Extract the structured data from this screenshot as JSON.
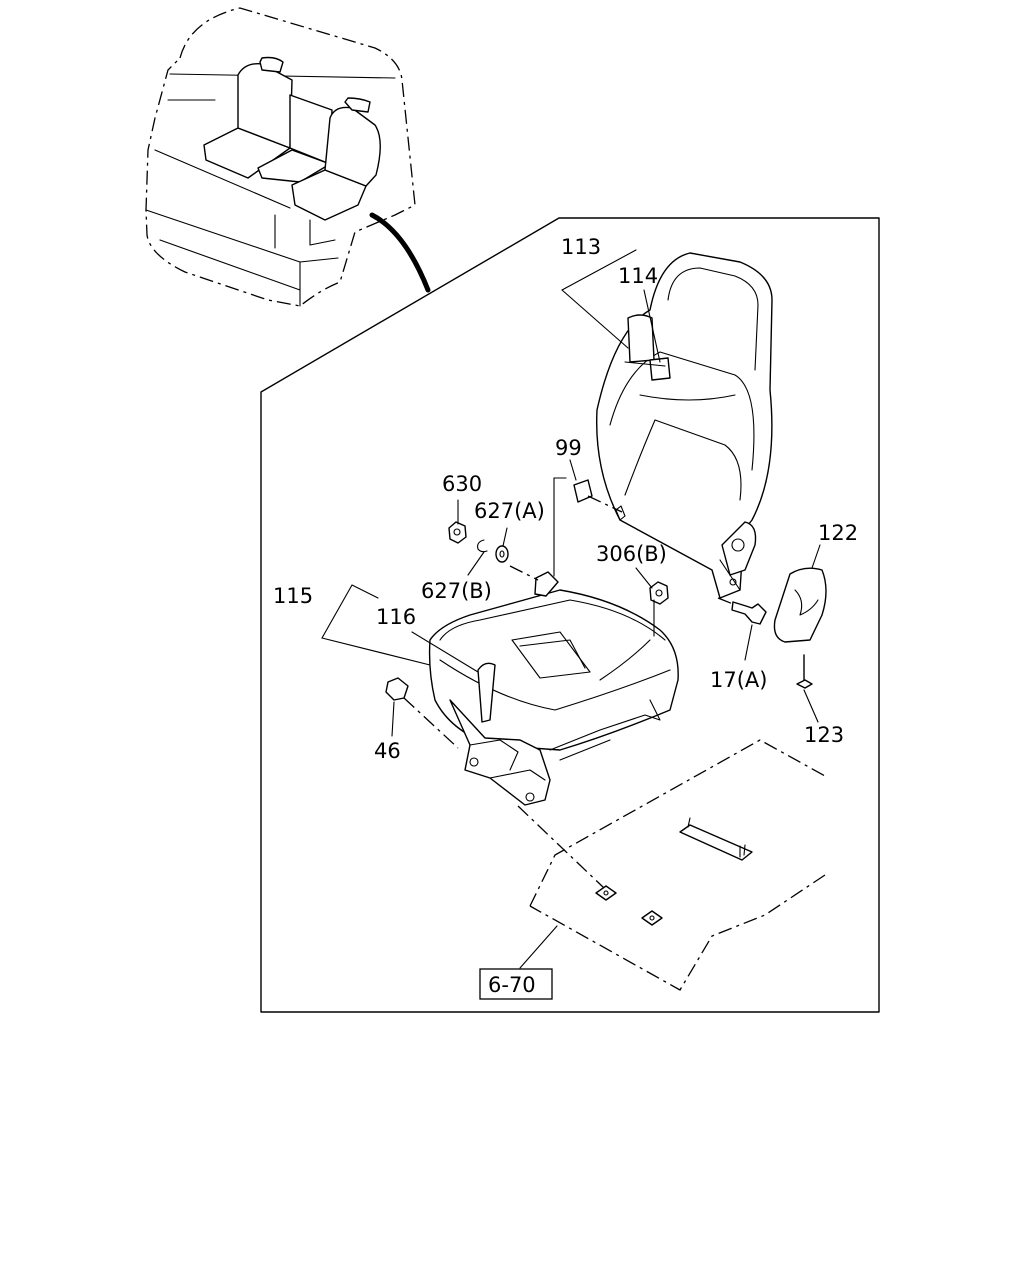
{
  "callouts": {
    "p113": "113",
    "p114": "114",
    "p99": "99",
    "p630": "630",
    "p627a": "627(A)",
    "p627b": "627(B)",
    "p306b": "306(B)",
    "p115": "115",
    "p116": "116",
    "p122": "122",
    "p17a": "17(A)",
    "p123": "123",
    "p46": "46",
    "ref_670": "6-70"
  }
}
